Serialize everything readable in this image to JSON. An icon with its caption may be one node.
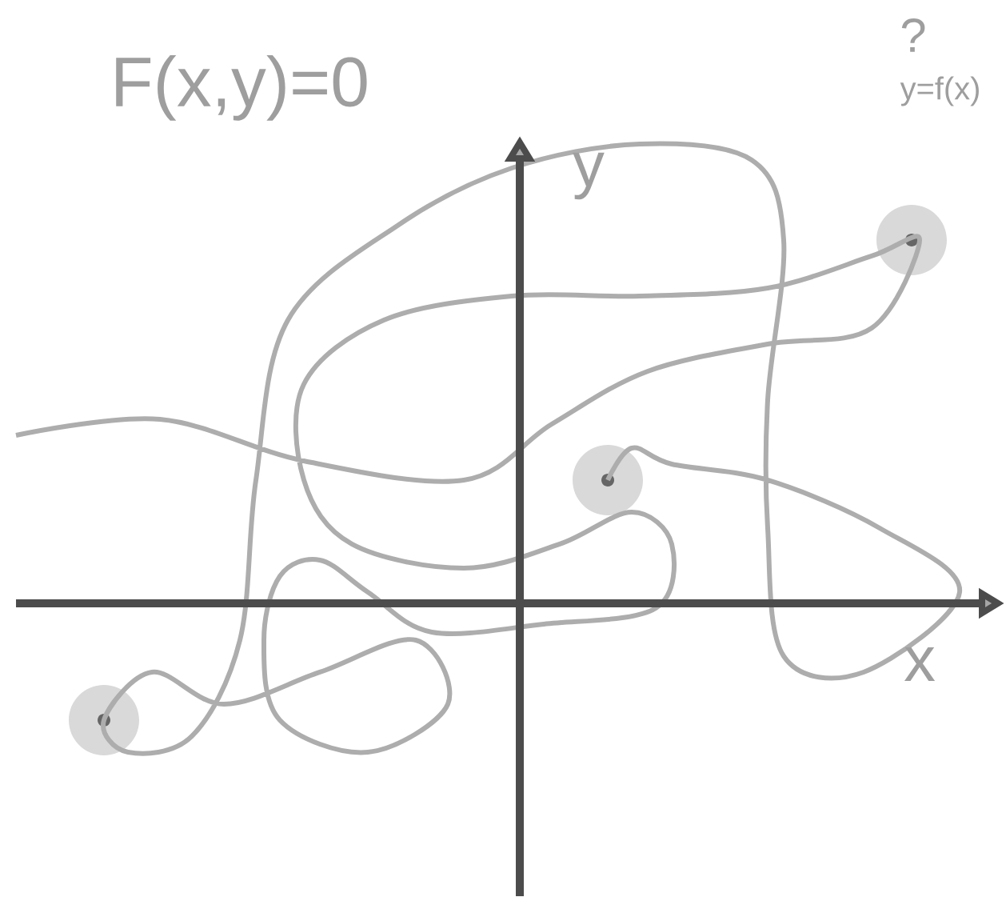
{
  "diagram": {
    "labels": [
      "F(x,y)=0",
      "?",
      "y=f(x)",
      "y",
      "x"
    ]
  }
}
